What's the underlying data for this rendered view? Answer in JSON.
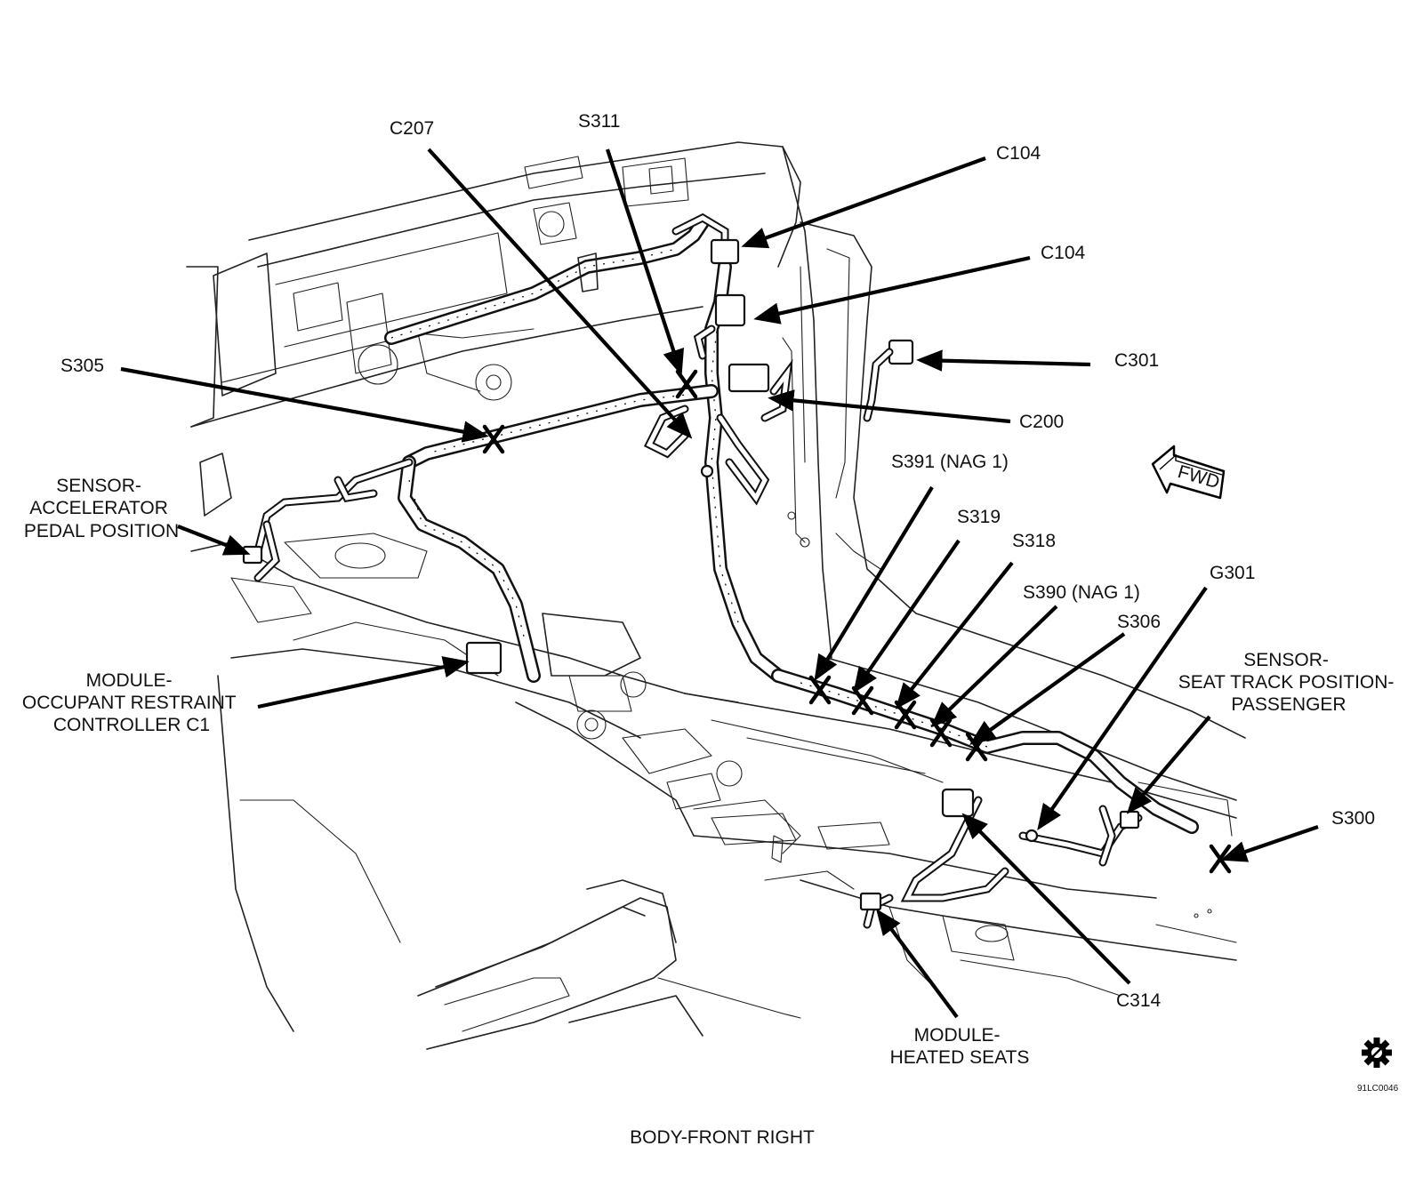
{
  "title": "BODY-FRONT RIGHT",
  "figure_code": "91LC0046",
  "direction_label": "FWD",
  "icon": "gear-icon",
  "callouts": {
    "c207": "C207",
    "s311": "S311",
    "c104_upper": "C104",
    "c104_lower": "C104",
    "c301": "C301",
    "s305": "S305",
    "c200": "C200",
    "sensor_app": [
      "SENSOR-",
      "ACCELERATOR",
      "PEDAL POSITION"
    ],
    "s391": "S391 (NAG 1)",
    "s319": "S319",
    "s318": "S318",
    "s390": "S390 (NAG 1)",
    "s306": "S306",
    "g301": "G301",
    "sensor_stp": [
      "SENSOR-",
      "SEAT TRACK POSITION-",
      "PASSENGER"
    ],
    "module_orc": [
      "MODULE-",
      "OCCUPANT RESTRAINT",
      "CONTROLLER C1"
    ],
    "s300": "S300",
    "c314": "C314",
    "module_hs": [
      "MODULE-",
      "HEATED SEATS"
    ]
  }
}
